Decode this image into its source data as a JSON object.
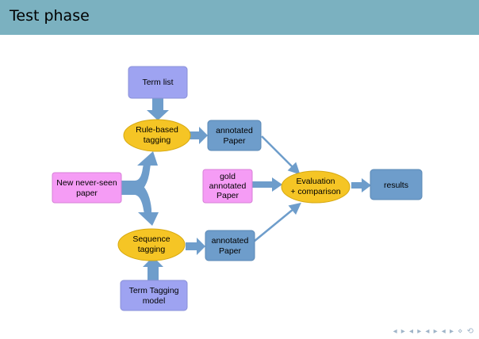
{
  "header": {
    "title": "Test phase"
  },
  "colors": {
    "header_bg": "#7bb1c0",
    "process_fill": "#f5c525",
    "data_fill": "#6e9dcb",
    "source_fill": "#9ea3f1",
    "input_fill": "#f59cf5",
    "arrow": "#6e9dcb"
  },
  "diagram": {
    "nodes": {
      "term_list": {
        "lines": [
          "Term list"
        ]
      },
      "rule_based": {
        "lines": [
          "Rule-based",
          "tagging"
        ]
      },
      "annotated_top": {
        "lines": [
          "annotated",
          "Paper"
        ]
      },
      "new_paper": {
        "lines": [
          "New never-seen",
          "paper"
        ]
      },
      "gold": {
        "lines": [
          "gold",
          "annotated",
          "Paper"
        ]
      },
      "evaluation": {
        "lines": [
          "Evaluation",
          "+ comparison"
        ]
      },
      "results": {
        "lines": [
          "results"
        ]
      },
      "sequence": {
        "lines": [
          "Sequence",
          "tagging"
        ]
      },
      "annotated_bottom": {
        "lines": [
          "annotated",
          "Paper"
        ]
      },
      "term_model": {
        "lines": [
          "Term Tagging",
          "model"
        ]
      }
    }
  },
  "nav": {
    "glyphs": "◂ ▸ ◂ ▸ ◂ ▸ ◂ ▸ ⋄ ⟲"
  }
}
